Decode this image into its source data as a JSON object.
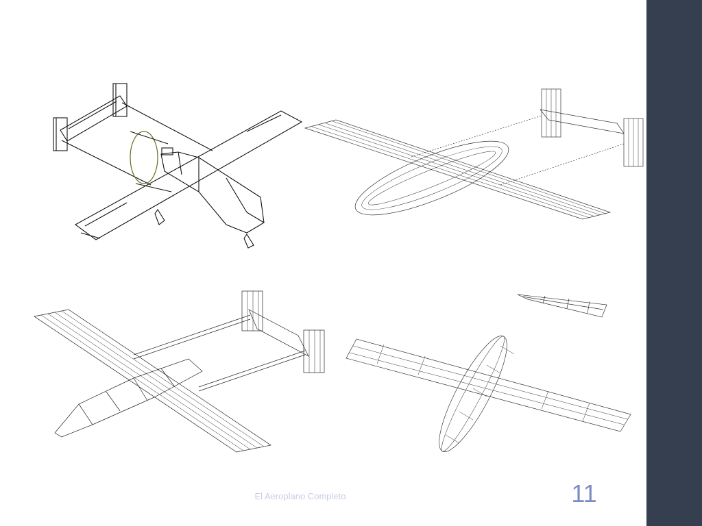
{
  "slide": {
    "footer_title": "El Aeroplano Completo",
    "page_number": "11"
  },
  "figures": [
    {
      "icon": "uav-line-drawing"
    },
    {
      "icon": "uav-wireframe-mesh"
    },
    {
      "icon": "uav-panel-mesh"
    },
    {
      "icon": "uav-grid-mesh"
    }
  ],
  "colors": {
    "sidebar": "#353f50",
    "footer_text": "#c7cde3",
    "page_number": "#7b8cc2",
    "line": "#111111",
    "propeller": "#6b6a1c"
  }
}
